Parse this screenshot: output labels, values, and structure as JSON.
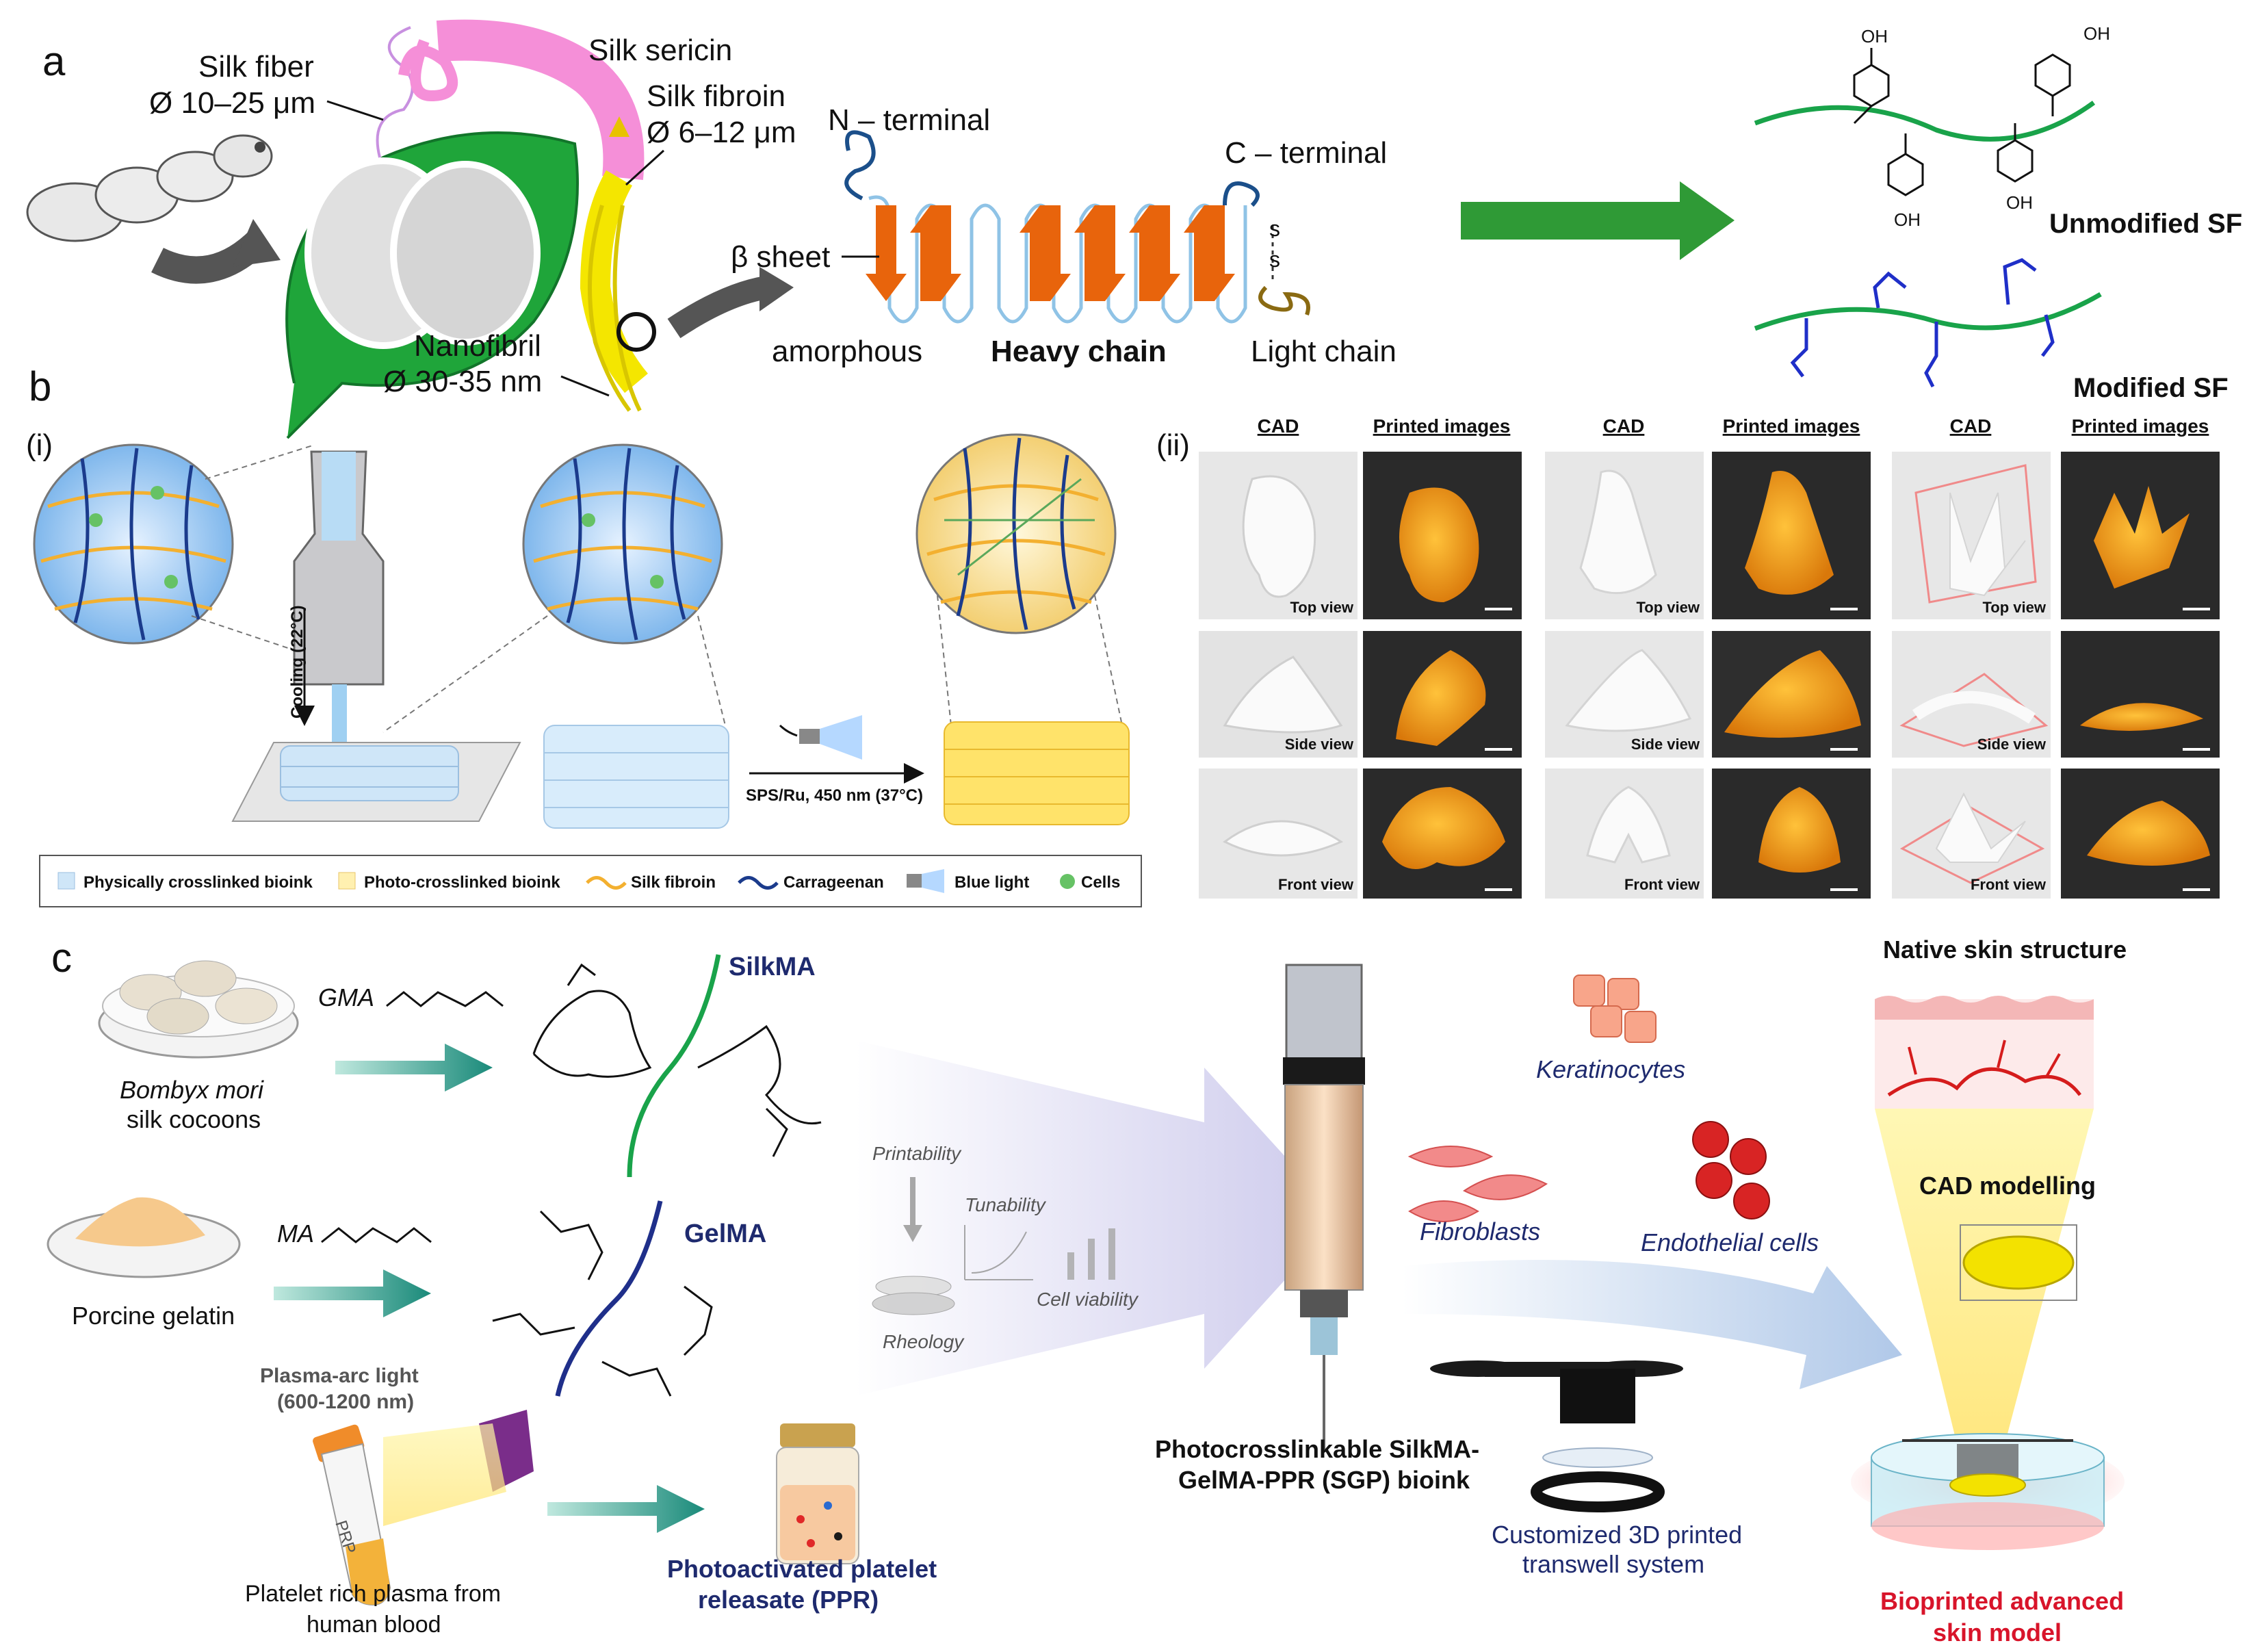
{
  "colors": {
    "silk_pink": "#f58fd8",
    "fibroin_yellow": "#f4e600",
    "beta_orange": "#e8640c",
    "arrow_green": "#2f9a36",
    "printed_orange": "#f29d0c",
    "chain_green": "#19a34a",
    "vinyl_blue": "#1f2fc8",
    "skin_red": "#d51c1c",
    "label_red": "#d8142a",
    "navy": "#1e2a6e"
  },
  "panel_a": {
    "letter": "a",
    "silk_fiber": "Silk fiber",
    "silk_fiber_dia": "Ø 10–25 μm",
    "silk_sericin": "Silk sericin",
    "silk_fibroin": "Silk fibroin",
    "silk_fibroin_dia": "Ø 6–12 μm",
    "nanofibril": "Nanofibril",
    "nanofibril_dia": "Ø 30-35 nm",
    "n_terminal": "N – terminal",
    "c_terminal": "C – terminal",
    "beta_sheet": "β sheet",
    "amorphous": "amorphous",
    "heavy_chain": "Heavy chain",
    "light_chain": "Light chain",
    "s1": "s",
    "s2": "s",
    "oh": "OH",
    "unmodified": "Unmodified SF",
    "modified": "Modified SF"
  },
  "panel_b": {
    "letter": "b",
    "sub_i": "(i)",
    "sub_ii": "(ii)",
    "cooling": "Cooling (22°C)",
    "sps": "SPS/Ru, 450 nm (37°C)",
    "legend": {
      "physical": "Physically crosslinked bioink",
      "photo": "Photo-crosslinked bioink",
      "fibroin": "Silk fibroin",
      "carrageenan": "Carrageenan",
      "blue_light": "Blue light",
      "cells": "Cells"
    },
    "col_headers": [
      "CAD",
      "Printed images",
      "CAD",
      "Printed images",
      "CAD",
      "Printed images"
    ],
    "view_labels": [
      "Top view",
      "Side view",
      "Front view"
    ]
  },
  "panel_c": {
    "letter": "c",
    "gma": "GMA",
    "ma": "MA",
    "bombyx": "Bombyx mori",
    "cocoons": "silk cocoons",
    "porcine": "Porcine gelatin",
    "silkma": "SilkMA",
    "gelma": "GelMA",
    "plasma1": "Plasma-arc light",
    "plasma2": "(600-1200 nm)",
    "prp": "PRP",
    "prp1": "Platelet rich plasma from",
    "prp2": "human blood",
    "ppr1": "Photoactivated platelet",
    "ppr2": "releasate (PPR)",
    "printability": "Printability",
    "tunability": "Tunability",
    "cell_viability": "Cell viability",
    "rheology": "Rheology",
    "keratinocytes": "Keratinocytes",
    "fibroblasts": "Fibroblasts",
    "endothelial": "Endothelial cells",
    "bioink1": "Photocrosslinkable SilkMA-",
    "bioink2": "GelMA-PPR (SGP) bioink",
    "transwell1": "Customized 3D printed",
    "transwell2": "transwell system",
    "native": "Native skin structure",
    "cad": "CAD modelling",
    "bio1": "Bioprinted advanced",
    "bio2": "skin model"
  }
}
